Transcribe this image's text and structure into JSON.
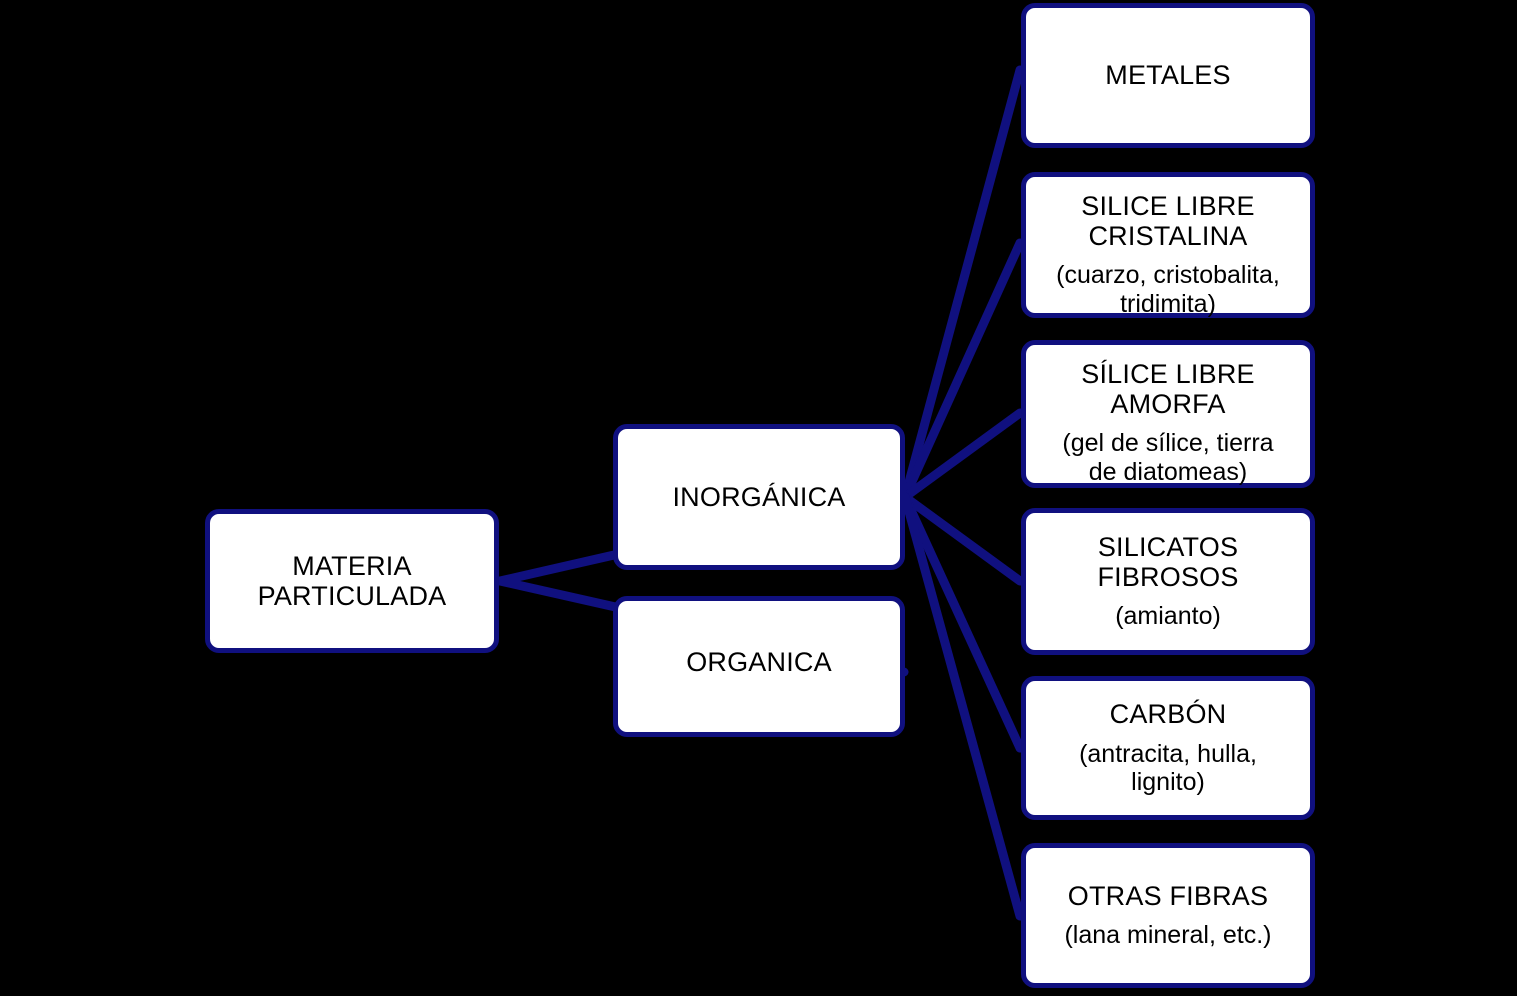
{
  "diagram": {
    "root": {
      "id": "materia-particulada",
      "title": "MATERIA\nPARTICULADA",
      "sub": ""
    },
    "branches": [
      {
        "id": "inorganica",
        "title": "INORGÁNICA",
        "sub": ""
      },
      {
        "id": "organica",
        "title": "ORGANICA",
        "sub": ""
      }
    ],
    "leaves": [
      {
        "id": "metales",
        "title": "METALES",
        "sub": ""
      },
      {
        "id": "silice-libre-cristalina",
        "title": "SILICE LIBRE\nCRISTALINA",
        "sub": "(cuarzo, cristobalita,\ntridimita)"
      },
      {
        "id": "silice-libre-amorfa",
        "title": "SÍLICE LIBRE\nAMORFA",
        "sub": "(gel de sílice, tierra\nde diatomeas)"
      },
      {
        "id": "silicatos-fibrosos",
        "title": "SILICATOS\nFIBROSOS",
        "sub": "(amianto)"
      },
      {
        "id": "carbon",
        "title": "CARBÓN",
        "sub": "(antracita, hulla,\nlignito)"
      },
      {
        "id": "otras-fibras",
        "title": "OTRAS FIBRAS",
        "sub": "(lana mineral, etc.)"
      }
    ],
    "colors": {
      "background": "#000000",
      "node_fill": "#FFFFFF",
      "node_border": "#10107F",
      "connector": "#10107F",
      "text": "#000000"
    }
  }
}
